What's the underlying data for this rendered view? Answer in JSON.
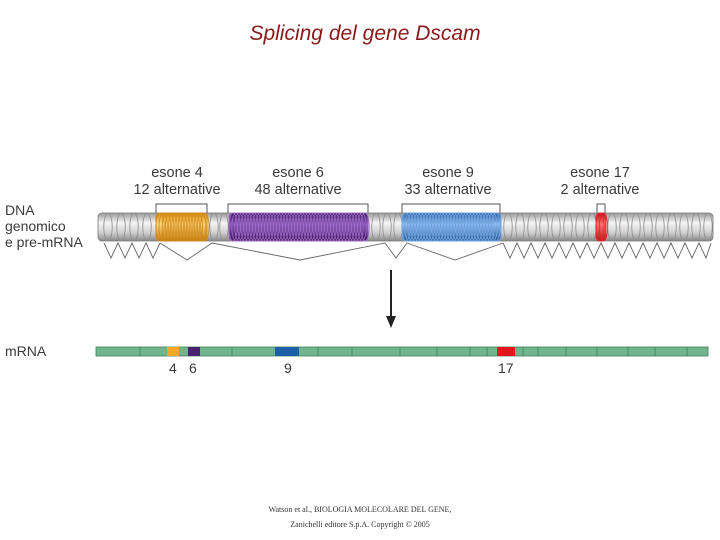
{
  "title": "Splicing del gene Dscam",
  "side_labels": {
    "dna_line1": "DNA",
    "dna_line2": "genomico",
    "dna_line3": "e pre-mRNA",
    "mrna": "mRNA"
  },
  "exons": [
    {
      "name": "esone 4",
      "alternatives": "12 alternative",
      "color": "#f5b335",
      "mrna_label": "4"
    },
    {
      "name": "esone 6",
      "alternatives": "48 alternative",
      "color": "#5b2a86",
      "mrna_label": "6"
    },
    {
      "name": "esone 9",
      "alternatives": "33 alternative",
      "color": "#3f7fc9",
      "mrna_label": "9"
    },
    {
      "name": "esone 17",
      "alternatives": "2 alternative",
      "color": "#e8222a",
      "mrna_label": "17"
    }
  ],
  "colors": {
    "dna_body": "#d6d6d6",
    "mrna_body": "#6fb58e",
    "title": "#8b1a1a"
  },
  "credit": {
    "line1": "Watson et al., BIOLOGIA MOLECOLARE DEL GENE,",
    "line2": "Zanichelli editore S.p.A. Copyright © 2005"
  }
}
